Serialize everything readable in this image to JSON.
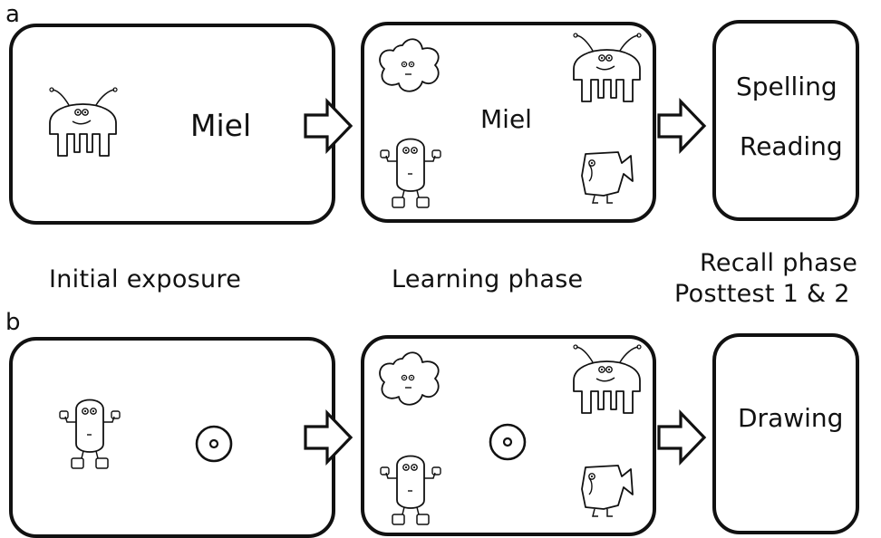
{
  "panels": {
    "a": {
      "letter": "a",
      "initial_word": "Miel",
      "learning_word": "Miel",
      "recall_items": [
        "Spelling",
        "Reading"
      ]
    },
    "b": {
      "letter": "b",
      "recall_items": [
        "Drawing"
      ]
    }
  },
  "captions": {
    "initial": "Initial exposure",
    "learning": "Learning phase",
    "recall_line1": "Recall phase",
    "recall_line2": "Posttest 1 & 2"
  },
  "icons": [
    "octopus-creature-icon",
    "blob-creature-icon",
    "robot-creature-icon",
    "fish-creature-icon",
    "fixation-target-icon",
    "right-arrow-icon"
  ],
  "colors": {
    "stroke": "#111111",
    "background": "#ffffff"
  }
}
